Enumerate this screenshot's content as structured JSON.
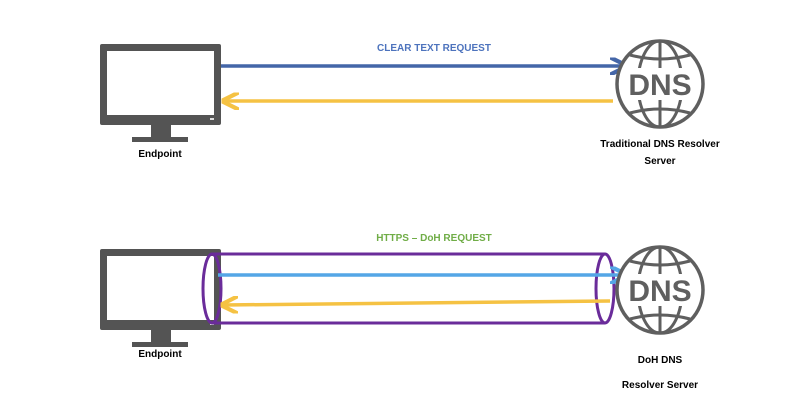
{
  "colors": {
    "monitor": "#545454",
    "globe": "#5f5f5f",
    "request_clear": "#4466a8",
    "request_doh": "#54a6e6",
    "response": "#f5c243",
    "tunnel": "#6a2c9a",
    "label_clear": "#4d73bd",
    "label_doh": "#70ad47",
    "text": "#000000"
  },
  "icons": {
    "endpoint": "desktop-monitor-icon",
    "server": "dns-globe-icon"
  },
  "top": {
    "endpoint_label": "Endpoint",
    "request_label": "CLEAR TEXT REQUEST",
    "server_badge": "DNS",
    "server_label_line1": "Traditional  DNS Resolver",
    "server_label_line2": "Server"
  },
  "bottom": {
    "endpoint_label": "Endpoint",
    "request_label": "HTTPS – DoH REQUEST",
    "server_badge": "DNS",
    "server_label_line1": "DoH DNS",
    "server_label_line2": "Resolver Server"
  }
}
